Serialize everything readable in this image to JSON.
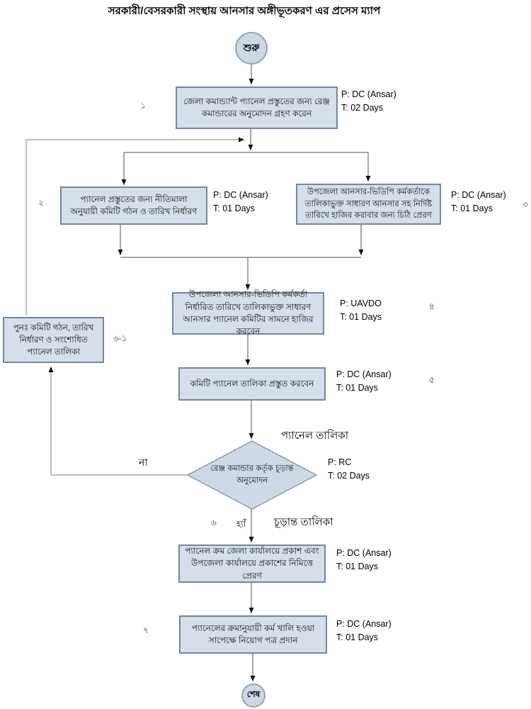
{
  "title": "সরকারী/বেসরকারী সংস্থায় আনসার অঙ্গীভূতকরণ এর প্রসেস ম্যাপ",
  "colors": {
    "node_fill": "#d4dfeb",
    "node_border": "#74869b",
    "flow_line": "#4d4d4d",
    "feedback_line": "#808080",
    "arrowhead": "#111111"
  },
  "terminators": {
    "start": "শুরু",
    "end": "শেষ"
  },
  "steps": [
    {
      "num": "১",
      "text": "জেলা কমান্ড্যান্ট প্যানেল প্রস্তুতের জন্য রেঞ্জ কমান্ডারের অনুমোদন গ্রহণ করেন",
      "p": "P: DC (Ansar)",
      "t": "T: 02 Days"
    },
    {
      "num": "২",
      "text": "প্যানেল প্রস্তুতের জন্য নীতিমালা অনুযায়ী কমিটি গঠন ও তারিখ নির্ধারণ",
      "p": "P: DC (Ansar)",
      "t": "T: 01 Days"
    },
    {
      "num": "৩",
      "text": "উপজেলা আনসার-ভিডিপি কর্মকর্তাকে তালিকাভুক্ত সাধারণ আনসার সহ নির্দিষ্ট তারিখে হাজির করাবার জন্য চিঠি প্রেরণ",
      "p": "P: DC (Ansar)",
      "t": "T: 01 Days"
    },
    {
      "num": "৪",
      "text": "উপজেলা আনসার-ভিডিপি কর্মকর্তা নির্ধারিত তারিখে তালিকাভুক্ত সাধারণ আনসার প্যানেল কমিটির সামনে হাজির করবেন",
      "p": "P: UAVDO",
      "t": "T: 01 Days"
    },
    {
      "num": "৫",
      "text": "কমিটি প্যানেল তালিকা প্রস্তুত করবেন",
      "p": "P: DC (Ansar)",
      "t": "T: 01 Days"
    },
    {
      "num": "৬",
      "text": "প্যানেল ক্রম জেলা কার্যালয়ে প্রকাশ এবং উপজেলা কার্যালয়ে প্রকাশের নিমিত্তে প্রেরণ",
      "p": "P: DC (Ansar)",
      "t": "T: 01 Days"
    },
    {
      "num": "৭",
      "text": "প্যানেলের ক্রমানুযায়ী কর্ম খালি হওয়া সাপেক্ষে নিয়োগ পত্র প্রদান",
      "p": "P: DC (Ansar)",
      "t": "T: 01 Days"
    }
  ],
  "decision": {
    "text": "রেঞ্জ কমান্ডার কর্তৃক চূড়ান্ত অনুমোদন",
    "p": "P: RC",
    "t": "T: 02 Days",
    "input_label": "প্যানেল তালিকা",
    "no_label": "না",
    "yes_label": "হ্যাঁ",
    "yes_result_label": "চূড়ান্ত তালিকা"
  },
  "rework": {
    "num": "৬-১",
    "text": "পুনঃ  কমিটি গঠন, তারিখ নির্ধারণ ও সংশোধিত প্যানেল তালিকা"
  }
}
